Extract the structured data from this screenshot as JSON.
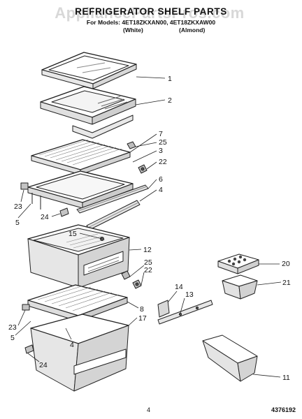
{
  "watermark": "AppliancePartsPros.com",
  "header": {
    "title": "REFRIGERATOR SHELF PARTS",
    "subtitle": "For Models: 4ET18ZKXAN00, 4ET18ZKXAW00",
    "note_white": "(White)",
    "note_almond": "(Almond)"
  },
  "diagram": {
    "callouts": [
      {
        "id": "c1",
        "label": "1"
      },
      {
        "id": "c2",
        "label": "2"
      },
      {
        "id": "c7",
        "label": "7"
      },
      {
        "id": "c25a",
        "label": "25"
      },
      {
        "id": "c3",
        "label": "3"
      },
      {
        "id": "c22a",
        "label": "22"
      },
      {
        "id": "c6",
        "label": "6"
      },
      {
        "id": "c4a",
        "label": "4"
      },
      {
        "id": "c23a",
        "label": "23"
      },
      {
        "id": "c5a",
        "label": "5"
      },
      {
        "id": "c24a",
        "label": "24"
      },
      {
        "id": "c15",
        "label": "15"
      },
      {
        "id": "c12",
        "label": "12"
      },
      {
        "id": "c25b",
        "label": "25"
      },
      {
        "id": "c22b",
        "label": "22"
      },
      {
        "id": "c20",
        "label": "20"
      },
      {
        "id": "c21",
        "label": "21"
      },
      {
        "id": "c14",
        "label": "14"
      },
      {
        "id": "c13",
        "label": "13"
      },
      {
        "id": "c8",
        "label": "8"
      },
      {
        "id": "c17",
        "label": "17"
      },
      {
        "id": "c23b",
        "label": "23"
      },
      {
        "id": "c5b",
        "label": "5"
      },
      {
        "id": "c4b",
        "label": "4"
      },
      {
        "id": "c24b",
        "label": "24"
      },
      {
        "id": "c11",
        "label": "11"
      }
    ]
  },
  "footer": {
    "page_number": "4",
    "doc_number": "4376192"
  }
}
